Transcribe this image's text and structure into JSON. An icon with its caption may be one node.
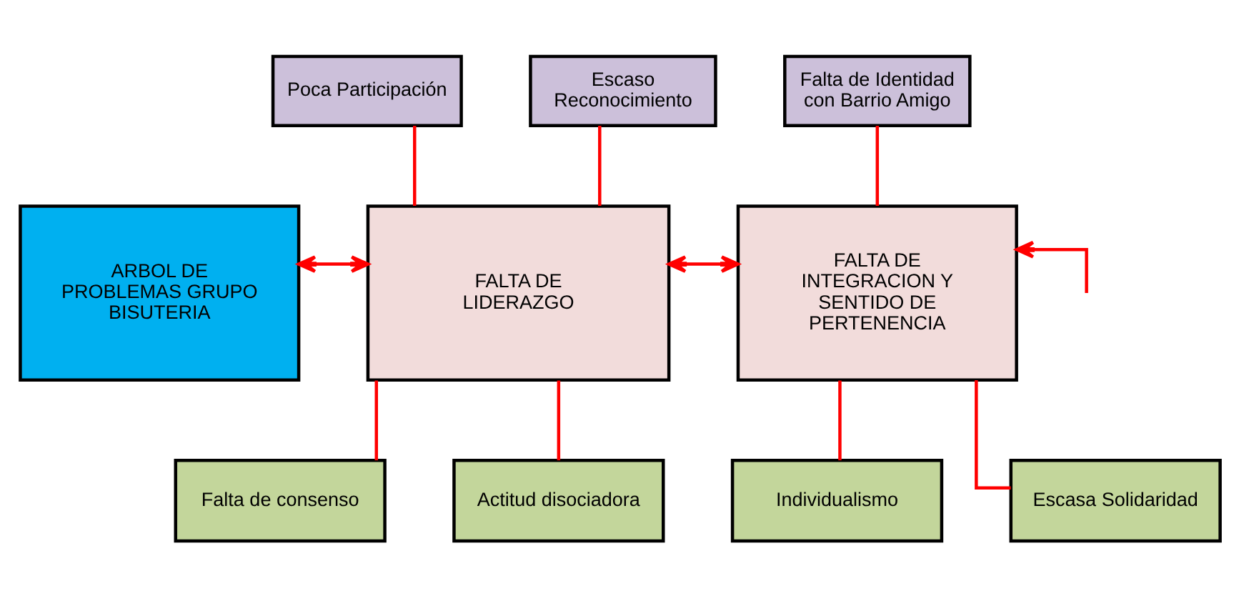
{
  "diagram": {
    "nodes": [
      {
        "text": [
          "Poca Participación"
        ]
      },
      {
        "text": [
          "Escaso Reconocimiento"
        ]
      },
      {
        "text": [
          "Falta de Identidad con Barrio Amigo"
        ]
      },
      {
        "text": [
          "ARBOL DE PROBLEMAS GRUPO BISUTERIA"
        ]
      },
      {
        "text": [
          "FALTA DE LIDERAZGO"
        ]
      },
      {
        "text": [
          "FALTA DE INTEGRACION Y SENTIDO DE PERTENENCIA"
        ]
      },
      {
        "text": [
          "Falta de consenso"
        ]
      },
      {
        "text": [
          "Actitud disociadora"
        ]
      },
      {
        "text": [
          "Individualismo"
        ]
      },
      {
        "text": [
          "Escasa Solidaridad"
        ]
      }
    ],
    "edges": [
      {
        "from": 0,
        "to": 4,
        "arrow": "none"
      },
      {
        "from": 1,
        "to": 4,
        "arrow": "none"
      },
      {
        "from": 2,
        "to": 5,
        "arrow": "none"
      },
      {
        "from": 3,
        "to": 4,
        "arrow": "both"
      },
      {
        "from": 4,
        "to": 5,
        "arrow": "both"
      },
      {
        "from": null,
        "to": 5,
        "arrow": "to"
      },
      {
        "from": 4,
        "to": 6,
        "arrow": "none"
      },
      {
        "from": 4,
        "to": 7,
        "arrow": "none"
      },
      {
        "from": 5,
        "to": 8,
        "arrow": "none"
      },
      {
        "from": 5,
        "to": 9,
        "arrow": "none"
      }
    ]
  }
}
